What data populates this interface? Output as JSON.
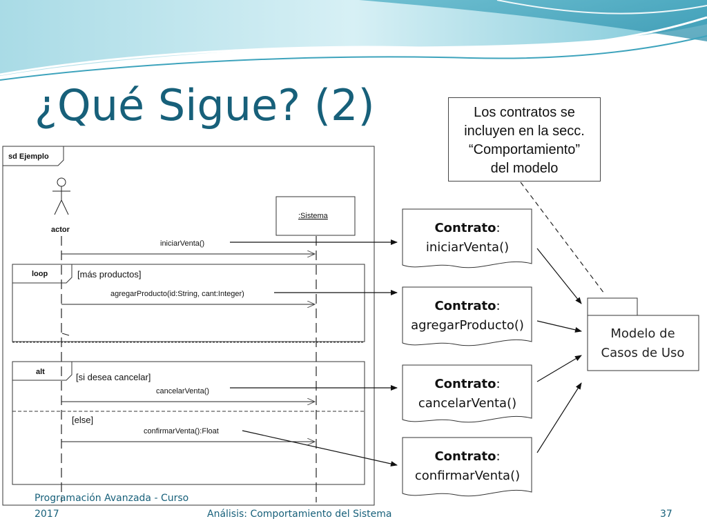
{
  "slide": {
    "title": "¿Qué Sigue? (2)",
    "note": [
      "Los contratos se",
      "incluyen en la secc.",
      "“Comportamiento”",
      "del modelo"
    ],
    "contracts": [
      {
        "prefix": "Contrato",
        "suffix": ":",
        "name": "iniciarVenta()"
      },
      {
        "prefix": "Contrato",
        "suffix": ":",
        "name": "agregarProducto()"
      },
      {
        "prefix": "Contrato",
        "suffix": ":",
        "name": "cancelarVenta()"
      },
      {
        "prefix": "Contrato",
        "suffix": ":",
        "name": "confirmarVenta()"
      }
    ],
    "package": [
      "Modelo de",
      "Casos de Uso"
    ],
    "footer": {
      "left_line1": "Programación Avanzada - Curso",
      "left_line2": "2017",
      "center": "Análisis: Comportamiento del Sistema",
      "page": "37"
    }
  },
  "sequence_diagram": {
    "frame_label": "sd  Ejemplo",
    "actor": "actor",
    "system": ":Sistema",
    "messages": [
      "iniciarVenta()",
      "agregarProducto(id:String, cant:Integer)",
      "cancelarVenta()",
      "confirmarVenta():Float"
    ],
    "loop": {
      "label": "loop",
      "guard": "[más productos]"
    },
    "alt": {
      "label": "alt",
      "guard1": "[si desea cancelar]",
      "guard2": "[else]"
    }
  },
  "colors": {
    "title": "#17607a",
    "footer": "#17607a",
    "banner_light": "#bfe6ee",
    "banner_dark": "#5db8cc"
  }
}
